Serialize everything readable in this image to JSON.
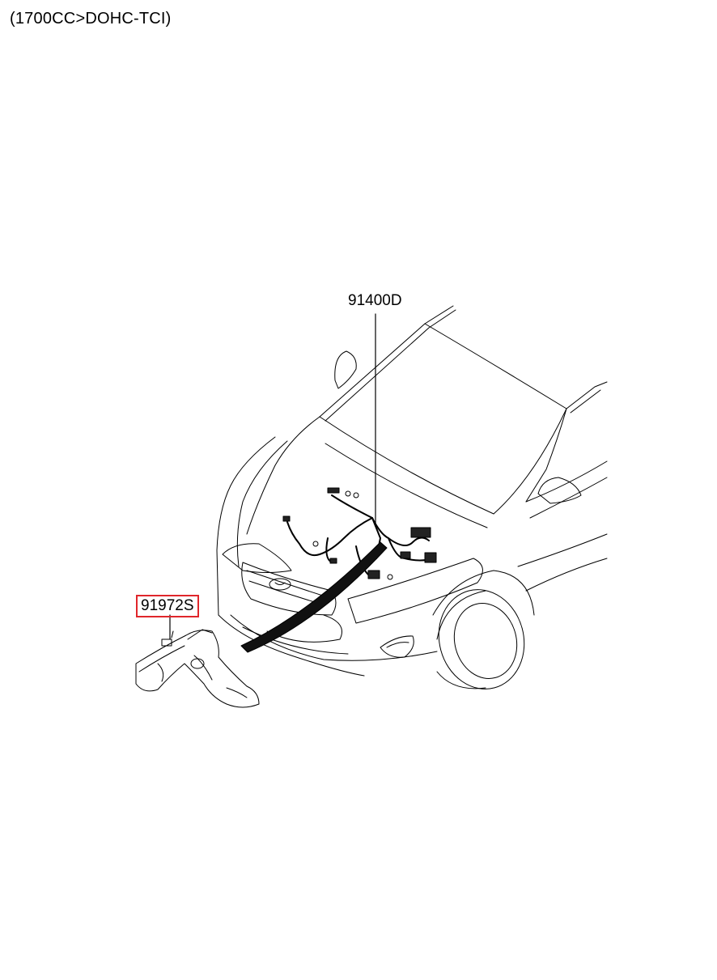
{
  "header": {
    "engine_spec": "(1700CC>DOHC-TCI)"
  },
  "parts": [
    {
      "code": "91400D",
      "highlighted": false
    },
    {
      "code": "91972S",
      "highlighted": true
    }
  ],
  "colors": {
    "line": "#000000",
    "highlight_box": "#e0262b",
    "background": "#ffffff"
  }
}
